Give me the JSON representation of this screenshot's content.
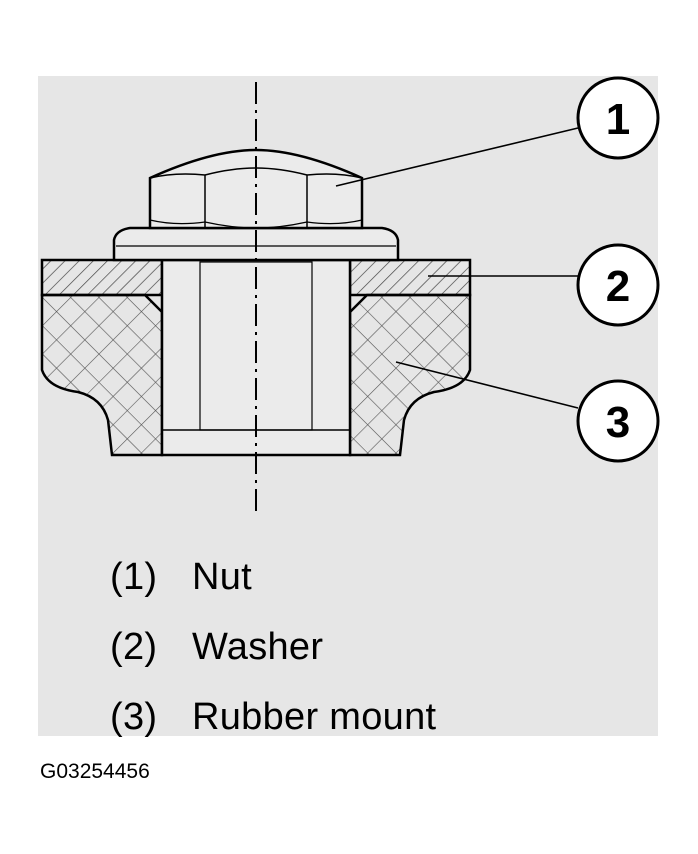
{
  "callouts": [
    {
      "number": "1",
      "name": "Nut"
    },
    {
      "number": "2",
      "name": "Washer"
    },
    {
      "number": "3",
      "name": "Rubber mount"
    }
  ],
  "legend": [
    {
      "marker": "(1)",
      "label": "Nut"
    },
    {
      "marker": "(2)",
      "label": "Washer"
    },
    {
      "marker": "(3)",
      "label": "Rubber mount"
    }
  ],
  "figure_id": "G03254456",
  "colors": {
    "panel": "#e6e6e6",
    "line": "#000000",
    "hatch": "#444444"
  }
}
